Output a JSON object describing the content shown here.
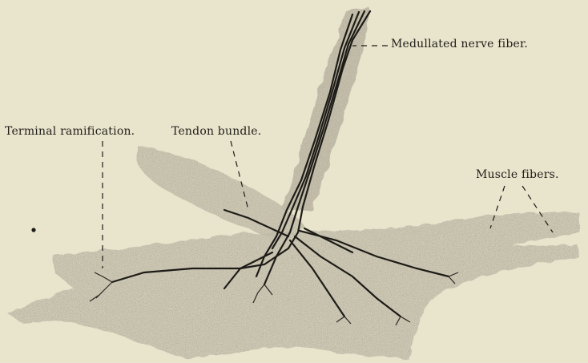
{
  "labels": {
    "medullated_nerve_fiber": "Medullated nerve fiber.",
    "terminal_ramification": "Terminal ramification.",
    "tendon_bundle": "Tendon bundle.",
    "muscle_fibers": "Muscle fibers."
  },
  "colors": {
    "paper": "#e9e4cc",
    "tissue_stipple": "#7f7a6c",
    "ink": "#1d1b17"
  }
}
